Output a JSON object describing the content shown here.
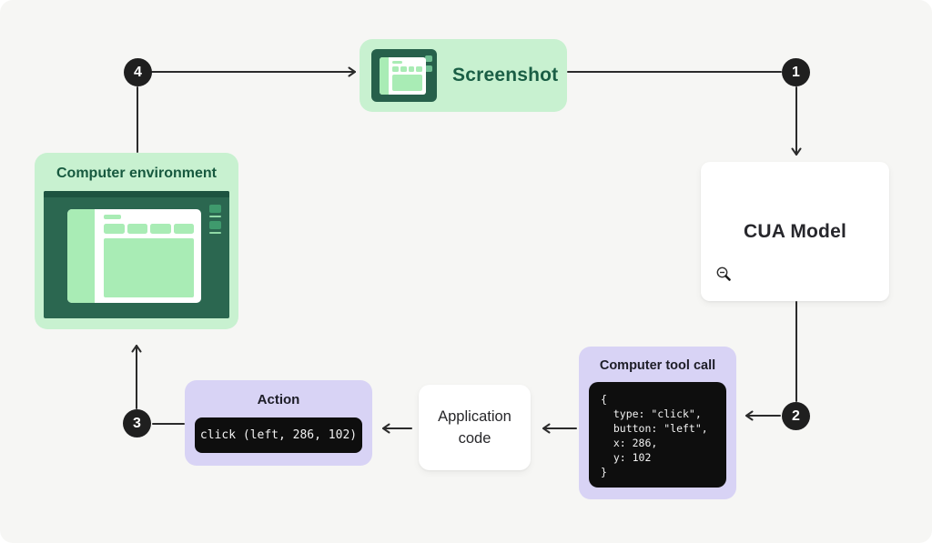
{
  "palette": {
    "background": "#f6f6f4",
    "green_light": "#c8f1d0",
    "green_mid": "#a9ecb5",
    "green_dark": "#2b6750",
    "green_text": "#17593f",
    "purple_light": "#d8d3f5",
    "code_bg": "#0e0e0e",
    "code_text": "#f2f2f2",
    "arrow": "#2b2b2b",
    "step_circle": "#1f1f1f",
    "text_dark": "#27272a"
  },
  "steps": {
    "one": "1",
    "two": "2",
    "three": "3",
    "four": "4"
  },
  "nodes": {
    "screenshot": {
      "label": "Screenshot"
    },
    "cua_model": {
      "label": "CUA Model"
    },
    "computer_environment": {
      "label": "Computer environment"
    },
    "computer_tool_call": {
      "title": "Computer tool call",
      "code_lines": [
        "{",
        "  type: \"click\",",
        "  button: \"left\",",
        "  x: 286,",
        "  y: 102",
        "}"
      ]
    },
    "application_code": {
      "label": "Application code"
    },
    "action": {
      "title": "Action",
      "code": "click (left, 286, 102)"
    }
  },
  "icons": {
    "cua_cursor": "zoom-out-magnifier",
    "screenshot_icon": "mini-browser-window",
    "environment_icon": "browser-window"
  }
}
